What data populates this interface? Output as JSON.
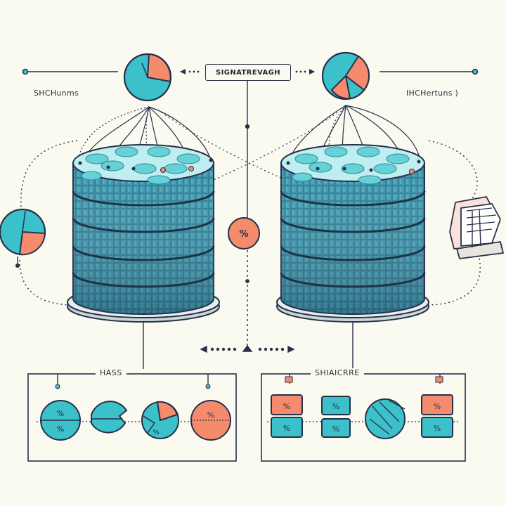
{
  "center_label": "SIGNATREVAGH",
  "left_label": "SHCHunms",
  "right_label": "IHCHertuns )",
  "left_panel_title": "HASS",
  "right_panel_title": "SHIAICRRE",
  "percent_symbol": "%",
  "colors": {
    "background": "#fbfaf1",
    "teal": "#3cc0c9",
    "coral": "#f48b6c",
    "navy": "#27304a",
    "cylinder": "#2f7d94",
    "cylinder_light": "#8fd9df"
  },
  "icons": [
    "pie-chart-icon",
    "database-cylinder-icon",
    "percent-badge-icon",
    "document-stack-icon"
  ]
}
